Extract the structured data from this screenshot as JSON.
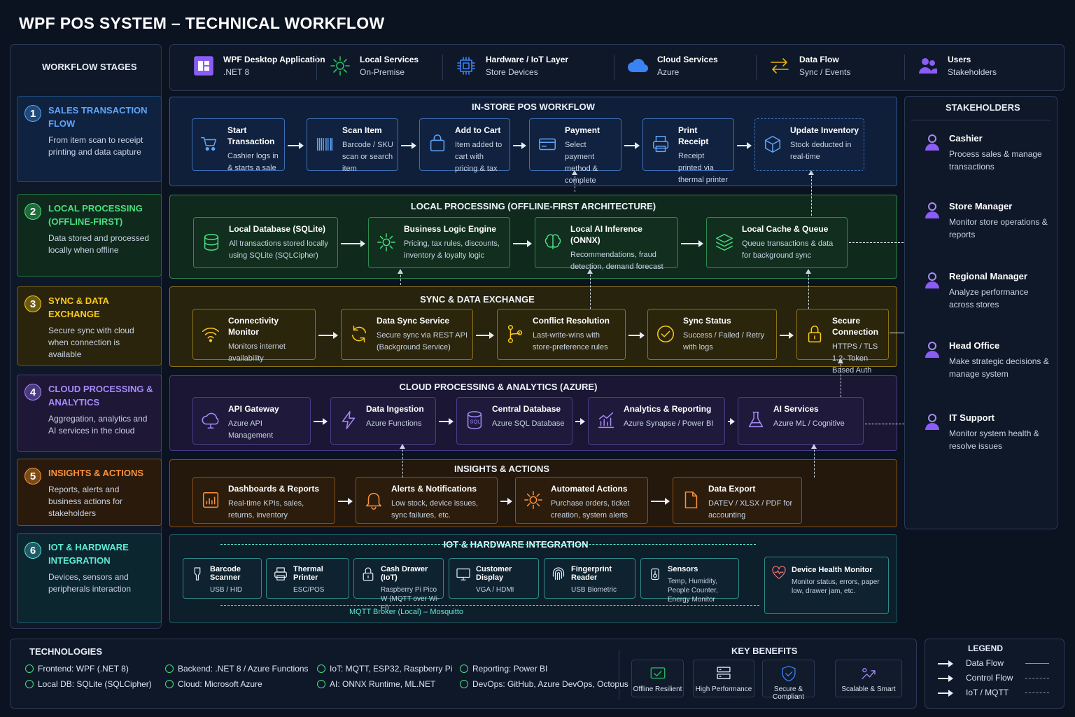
{
  "title": "WPF POS SYSTEM – TECHNICAL WORKFLOW",
  "stages_header": "WORKFLOW STAGES",
  "legend_top": [
    {
      "title": "WPF Desktop Application",
      "desc": ".NET 8",
      "icon": "app-window-icon",
      "color": "#8b5cf6"
    },
    {
      "title": "Local Services",
      "desc": "On-Premise",
      "icon": "gear-icon",
      "color": "#22c55e"
    },
    {
      "title": "Hardware / IoT Layer",
      "desc": "Store Devices",
      "icon": "chip-icon",
      "color": "#3b82f6"
    },
    {
      "title": "Cloud Services",
      "desc": "Azure",
      "icon": "cloud-icon",
      "color": "#3b82f6"
    },
    {
      "title": "Data Flow",
      "desc": "Sync / Events",
      "icon": "arrows-icon",
      "color": "#eab308"
    },
    {
      "title": "Users",
      "desc": "Stakeholders",
      "icon": "users-icon",
      "color": "#8b5cf6"
    }
  ],
  "stages": [
    {
      "num": "1",
      "title": "SALES TRANSACTION FLOW",
      "desc": "From item scan to receipt printing and data capture",
      "color": "#60a5fa",
      "bg": "#0f2240",
      "border": "#1f4a7a"
    },
    {
      "num": "2",
      "title": "LOCAL PROCESSING (OFFLINE-FIRST)",
      "desc": "Data stored and processed locally when offline",
      "color": "#4ade80",
      "bg": "#0f2a1c",
      "border": "#1f6b3a"
    },
    {
      "num": "3",
      "title": "SYNC & DATA EXCHANGE",
      "desc": "Secure sync with cloud when connection is available",
      "color": "#facc15",
      "bg": "#2a240c",
      "border": "#6b5a12"
    },
    {
      "num": "4",
      "title": "CLOUD PROCESSING & ANALYTICS",
      "desc": "Aggregation, analytics and AI services in the cloud",
      "color": "#a78bfa",
      "bg": "#1e1736",
      "border": "#4a3a80"
    },
    {
      "num": "5",
      "title": "INSIGHTS & ACTIONS",
      "desc": "Reports, alerts and business actions for stakeholders",
      "color": "#fb923c",
      "bg": "#2a1a0c",
      "border": "#7a4a18"
    },
    {
      "num": "6",
      "title": "IOT & HARDWARE INTEGRATION",
      "desc": "Devices, sensors and peripherals interaction",
      "color": "#5eead4",
      "bg": "#0c2630",
      "border": "#1f5a66"
    }
  ],
  "sections": {
    "instore": {
      "title": "IN-STORE POS WORKFLOW",
      "boxes": [
        {
          "title": "Start Transaction",
          "desc": "Cashier logs in & starts a sale",
          "icon": "cart-icon"
        },
        {
          "title": "Scan Item",
          "desc": "Barcode / SKU scan or search item",
          "icon": "barcode-icon"
        },
        {
          "title": "Add to Cart",
          "desc": "Item added to cart with pricing & tax",
          "icon": "bag-icon"
        },
        {
          "title": "Payment",
          "desc": "Select payment method & complete",
          "icon": "card-icon"
        },
        {
          "title": "Print Receipt",
          "desc": "Receipt printed via thermal printer",
          "icon": "printer-icon"
        },
        {
          "title": "Update Inventory",
          "desc": "Stock deducted in real-time",
          "icon": "box-icon"
        }
      ]
    },
    "local": {
      "title": "LOCAL PROCESSING (OFFLINE-FIRST ARCHITECTURE)",
      "boxes": [
        {
          "title": "Local Database (SQLite)",
          "desc": "All transactions stored locally using SQLite (SQLCipher)",
          "icon": "database-icon"
        },
        {
          "title": "Business Logic Engine",
          "desc": "Pricing, tax rules, discounts, inventory & loyalty logic",
          "icon": "gear-icon"
        },
        {
          "title": "Local AI Inference (ONNX)",
          "desc": "Recommendations, fraud detection, demand forecast",
          "icon": "brain-icon"
        },
        {
          "title": "Local Cache & Queue",
          "desc": "Queue transactions & data for background sync",
          "icon": "layers-icon"
        }
      ]
    },
    "sync": {
      "title": "SYNC & DATA EXCHANGE",
      "boxes": [
        {
          "title": "Connectivity Monitor",
          "desc": "Monitors internet availability",
          "icon": "wifi-icon"
        },
        {
          "title": "Data Sync Service",
          "desc": "Secure sync via REST API (Background Service)",
          "icon": "sync-icon"
        },
        {
          "title": "Conflict Resolution",
          "desc": "Last-write-wins with store-preference rules",
          "icon": "branch-icon"
        },
        {
          "title": "Sync Status",
          "desc": "Success / Failed / Retry with logs",
          "icon": "check-circle-icon"
        },
        {
          "title": "Secure Connection",
          "desc": "HTTPS / TLS 1.2- Token Based Auth",
          "icon": "lock-icon"
        }
      ]
    },
    "cloud": {
      "title": "CLOUD PROCESSING & ANALYTICS (AZURE)",
      "boxes": [
        {
          "title": "API Gateway",
          "desc": "Azure API Management",
          "icon": "cloud-gateway-icon"
        },
        {
          "title": "Data Ingestion",
          "desc": "Azure Functions",
          "icon": "bolt-icon"
        },
        {
          "title": "Central Database",
          "desc": "Azure SQL Database",
          "icon": "sql-database-icon"
        },
        {
          "title": "Analytics & Reporting",
          "desc": "Azure Synapse / Power BI",
          "icon": "chart-icon"
        },
        {
          "title": "AI Services",
          "desc": "Azure ML / Cognitive",
          "icon": "flask-icon"
        }
      ]
    },
    "insights": {
      "title": "INSIGHTS & ACTIONS",
      "boxes": [
        {
          "title": "Dashboards & Reports",
          "desc": "Real-time KPIs, sales, returns, inventory",
          "icon": "dashboard-icon"
        },
        {
          "title": "Alerts & Notifications",
          "desc": "Low stock, device issues, sync failures, etc.",
          "icon": "bell-icon"
        },
        {
          "title": "Automated Actions",
          "desc": "Purchase orders, ticket creation, system alerts",
          "icon": "gear-icon"
        },
        {
          "title": "Data Export",
          "desc": "DATEV / XLSX / PDF for accounting",
          "icon": "file-icon"
        }
      ]
    },
    "iot": {
      "title": "IOT & HARDWARE INTEGRATION",
      "mqtt": "MQTT Broker (Local) – Mosquitto",
      "devices": [
        {
          "title": "Barcode Scanner",
          "desc": "USB / HID",
          "icon": "scanner-icon"
        },
        {
          "title": "Thermal Printer",
          "desc": "ESC/POS",
          "icon": "printer-icon"
        },
        {
          "title": "Cash Drawer (IoT)",
          "desc": "Raspberry Pi Pico W (MQTT over Wi-Fi)",
          "icon": "lock-icon"
        },
        {
          "title": "Customer Display",
          "desc": "VGA / HDMI",
          "icon": "monitor-icon"
        },
        {
          "title": "Fingerprint Reader",
          "desc": "USB Biometric",
          "icon": "fingerprint-icon"
        },
        {
          "title": "Sensors",
          "desc": "Temp, Humidity, People Counter, Energy Monitor",
          "icon": "sensor-icon"
        },
        {
          "title": "Device Health Monitor",
          "desc": "Monitor status, errors, paper low, drawer jam, etc.",
          "icon": "heart-icon"
        }
      ]
    }
  },
  "stakeholders": {
    "title": "STAKEHOLDERS",
    "items": [
      {
        "name": "Cashier",
        "desc": "Process sales & manage transactions"
      },
      {
        "name": "Store Manager",
        "desc": "Monitor store operations & reports"
      },
      {
        "name": "Regional Manager",
        "desc": "Analyze performance across stores"
      },
      {
        "name": "Head Office",
        "desc": "Make strategic decisions & manage system"
      },
      {
        "name": "IT Support",
        "desc": "Monitor system health & resolve issues"
      }
    ]
  },
  "technologies": {
    "title": "TECHNOLOGIES",
    "items": [
      "Frontend: WPF (.NET 8)",
      "Local DB: SQLite (SQLCipher)",
      "Backend: .NET 8 / Azure Functions",
      "Cloud: Microsoft Azure",
      "IoT: MQTT, ESP32, Raspberry Pi",
      "AI: ONNX Runtime, ML.NET",
      "Reporting: Power BI",
      "DevOps: GitHub, Azure DevOps, Octopus"
    ]
  },
  "benefits": {
    "title": "KEY BENEFITS",
    "items": [
      {
        "label": "Offline Resilient",
        "icon": "offline-icon",
        "color": "#22c55e"
      },
      {
        "label": "High Performance",
        "icon": "server-icon",
        "color": "#e6edf7"
      },
      {
        "label": "Secure & Compliant",
        "icon": "shield-icon",
        "color": "#3b82f6"
      },
      {
        "label": "Scalable & Smart",
        "icon": "scale-icon",
        "color": "#a78bfa"
      }
    ]
  },
  "legend": {
    "title": "LEGEND",
    "items": [
      "Data Flow",
      "Control Flow",
      "IoT / MQTT"
    ]
  }
}
